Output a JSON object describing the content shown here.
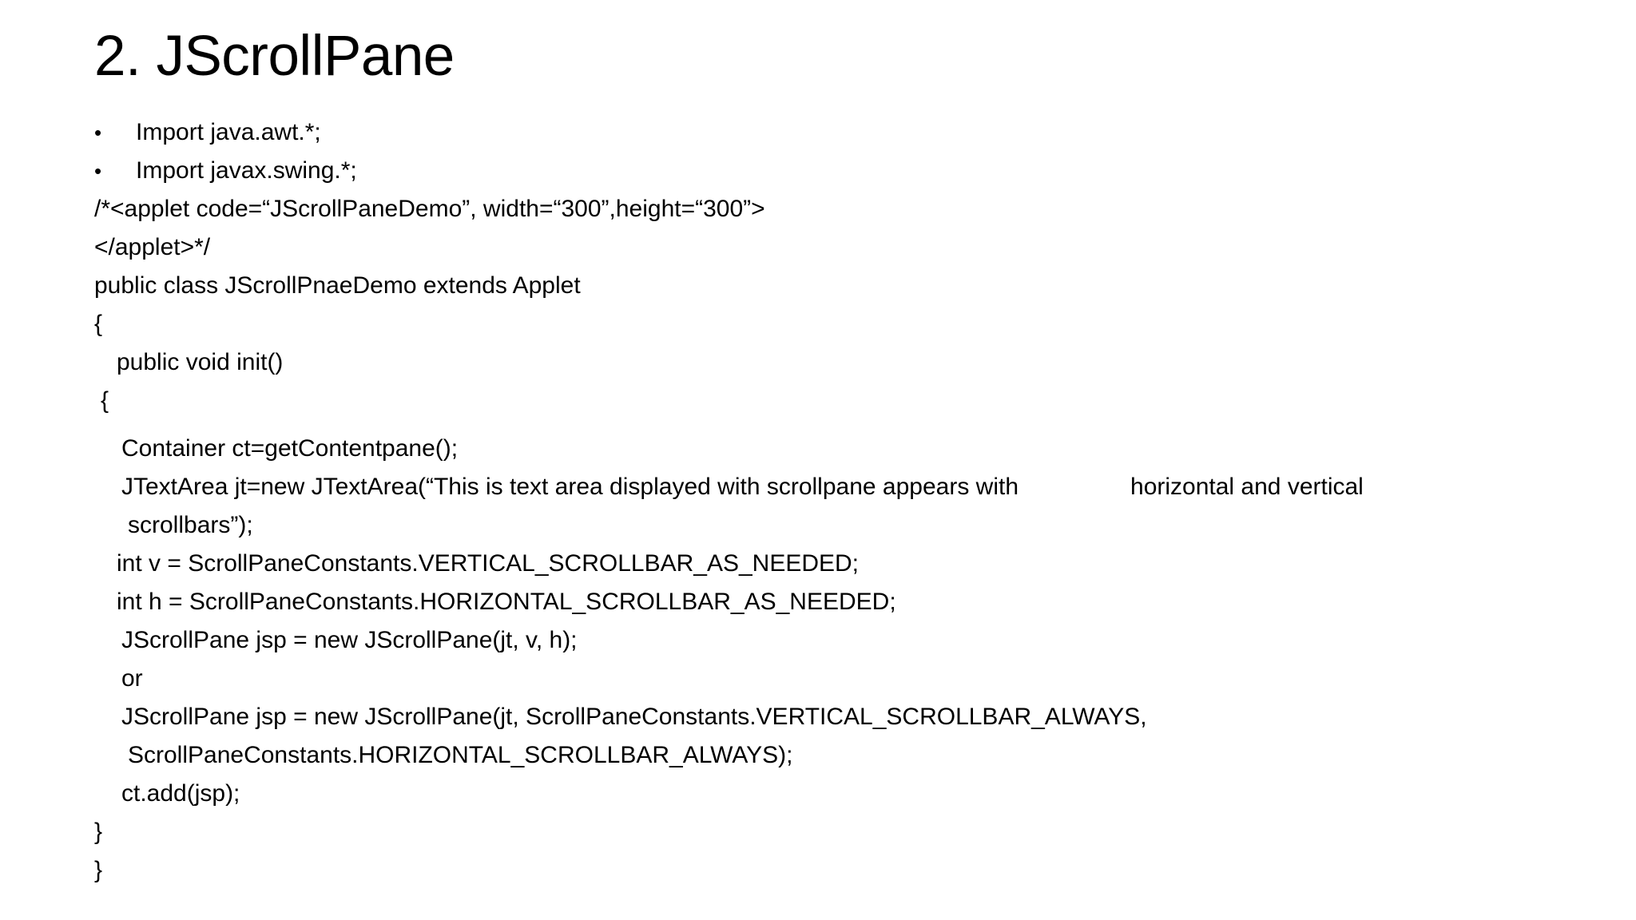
{
  "slide": {
    "title": "2. JScrollPane",
    "background_color": "#ffffff",
    "text_color": "#000000",
    "bullet_glyph": "•",
    "bullets": [
      {
        "text": "Import java.awt.*;"
      },
      {
        "text": "Import javax.swing.*;"
      }
    ],
    "code_lines": [
      {
        "text": "/*<applet code=“JScrollPaneDemo”, width=“300”,height=“300”>"
      },
      {
        "text": "</applet>*/"
      },
      {
        "text": "public class JScrollPnaeDemo extends Applet"
      },
      {
        "text": "{"
      },
      {
        "text": "public void init()"
      },
      {
        "text": "{"
      },
      {
        "text": "Container ct=getContentpane();"
      },
      {
        "text": "JTextArea jt=new JTextArea(“This is text area displayed with scrollpane appears with",
        "trailing_text": "horizontal and vertical"
      },
      {
        "text": "scrollbars”);"
      },
      {
        "text": "int v = ScrollPaneConstants.VERTICAL_SCROLLBAR_AS_NEEDED;"
      },
      {
        "text": "int h = ScrollPaneConstants.HORIZONTAL_SCROLLBAR_AS_NEEDED;"
      },
      {
        "text": "JScrollPane jsp = new JScrollPane(jt, v, h);"
      },
      {
        "text": "or"
      },
      {
        "text": "JScrollPane jsp = new JScrollPane(jt, ScrollPaneConstants.VERTICAL_SCROLLBAR_ALWAYS,"
      },
      {
        "text": "ScrollPaneConstants.HORIZONTAL_SCROLLBAR_ALWAYS);"
      },
      {
        "text": "ct.add(jsp);"
      },
      {
        "text": "}"
      },
      {
        "text": "}"
      }
    ]
  }
}
